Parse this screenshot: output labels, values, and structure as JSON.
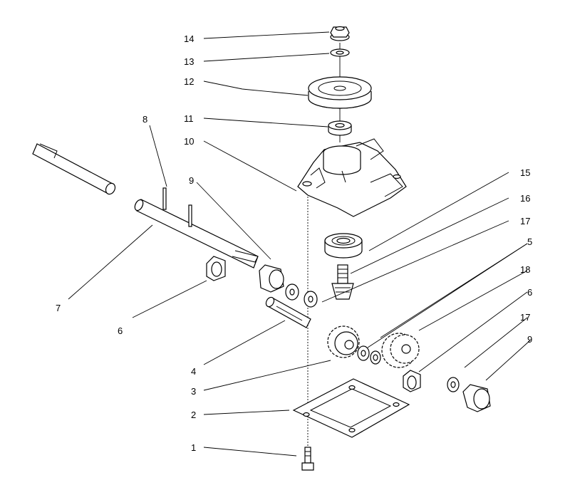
{
  "callouts": {
    "c1": "1",
    "c2": "2",
    "c3": "3",
    "c4": "4",
    "c5": "5",
    "c6a": "6",
    "c6b": "6",
    "c7": "7",
    "c8": "8",
    "c9a": "9",
    "c9b": "9",
    "c10": "10",
    "c11": "11",
    "c12": "12",
    "c13": "13",
    "c14": "14",
    "c15": "15",
    "c16": "16",
    "c17a": "17",
    "c17b": "17",
    "c18": "18"
  },
  "colors": {
    "ink": "#000000",
    "paper": "#ffffff"
  }
}
